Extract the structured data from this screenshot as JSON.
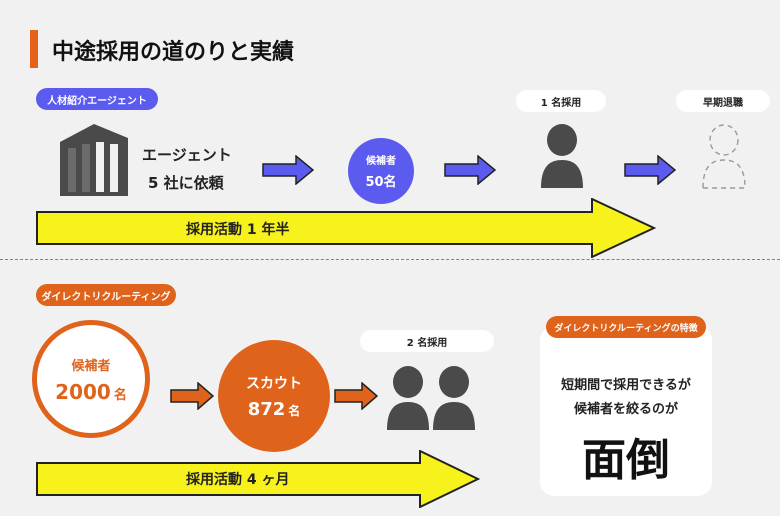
{
  "title": "中途採用の道のりと実績",
  "section1": {
    "tag": "人材紹介エージェント",
    "agent_line1": "エージェント",
    "agent_line2": "5 社に依頼",
    "candidates_label": "候補者",
    "candidates_count": "50名",
    "hired_label": "1 名採用",
    "retired_label": "早期退職",
    "timeline": "採用活動 1 年半"
  },
  "section2": {
    "tag": "ダイレクトリクルーティング",
    "candidates_label": "候補者",
    "candidates_number": "2000",
    "candidates_unit": "名",
    "scout_label": "スカウト",
    "scout_number": "872",
    "scout_unit": "名",
    "hired_label": "2 名採用",
    "timeline": "採用活動 4 ヶ月"
  },
  "feature": {
    "tag": "ダイレクトリクルーティングの特徴",
    "line1": "短期間で採用できるが",
    "line2": "候補者を絞るのが",
    "big": "面倒"
  },
  "colors": {
    "accent_orange": "#e0631c",
    "accent_blue": "#5b5bf0",
    "yellow": "#f7f21c",
    "icon_gray": "#4a4a4a"
  },
  "icons": [
    "building-icon",
    "person-icon",
    "person-dashed-icon",
    "arrow-right-icon"
  ]
}
